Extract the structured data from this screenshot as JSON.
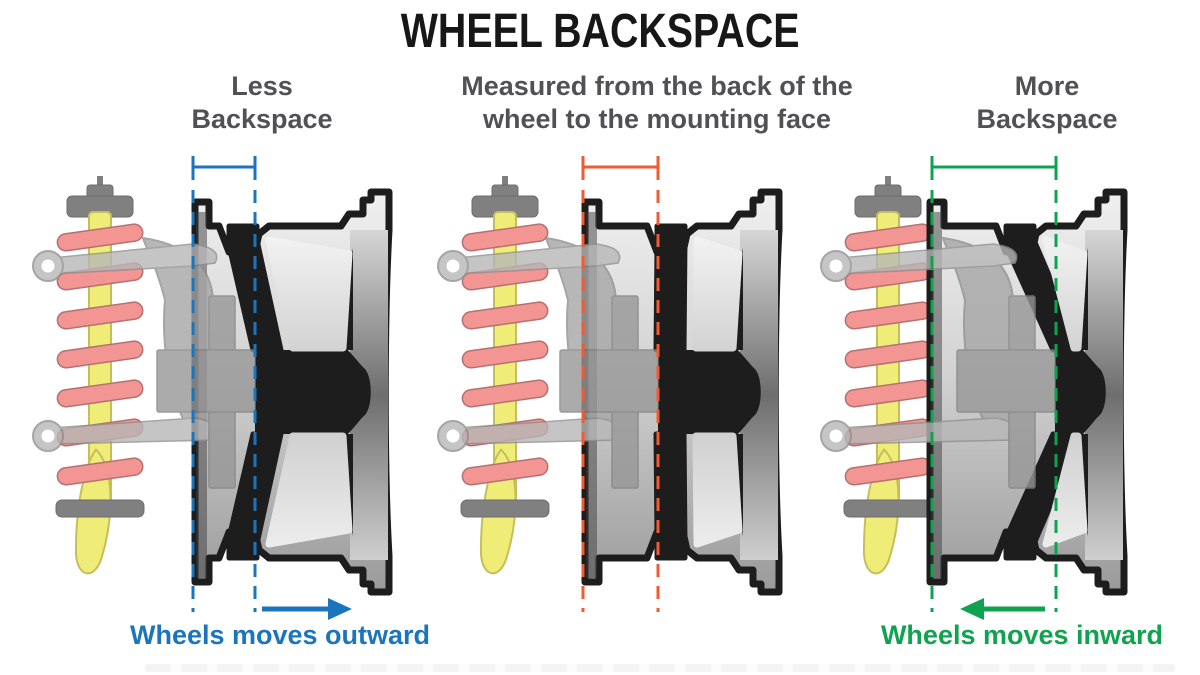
{
  "title": "WHEEL BACKSPACE",
  "colors": {
    "title": "#171717",
    "heading_gray": "#4f5153",
    "outline": "#1d1d1d",
    "spring_pink": "#f2908e",
    "spring_stroke": "#b06a6a",
    "strut_yellow": "#efec70",
    "strut_yellow_stroke": "#c2bb55",
    "hardware_gray": "#7a7a7a",
    "arm_gray": "#b7b7b7",
    "arm_stroke": "#8f8f8f",
    "knuckle_gray": "#a6a6a6",
    "hub_gray": "#979797"
  },
  "panels": [
    {
      "id": "less-backspace",
      "heading_line1": "Less",
      "heading_line2": "Backspace",
      "accent": "#1b75bc",
      "caption": "Wheels moves outward",
      "arrow_direction": "right"
    },
    {
      "id": "measured-note",
      "heading_line1": "Measured from the back of the",
      "heading_line2": "wheel to the mounting face",
      "accent": "#f05b32",
      "caption": "",
      "arrow_direction": "none"
    },
    {
      "id": "more-backspace",
      "heading_line1": "More",
      "heading_line2": "Backspace",
      "accent": "#0fa350",
      "caption": "Wheels moves inward",
      "arrow_direction": "left"
    }
  ]
}
